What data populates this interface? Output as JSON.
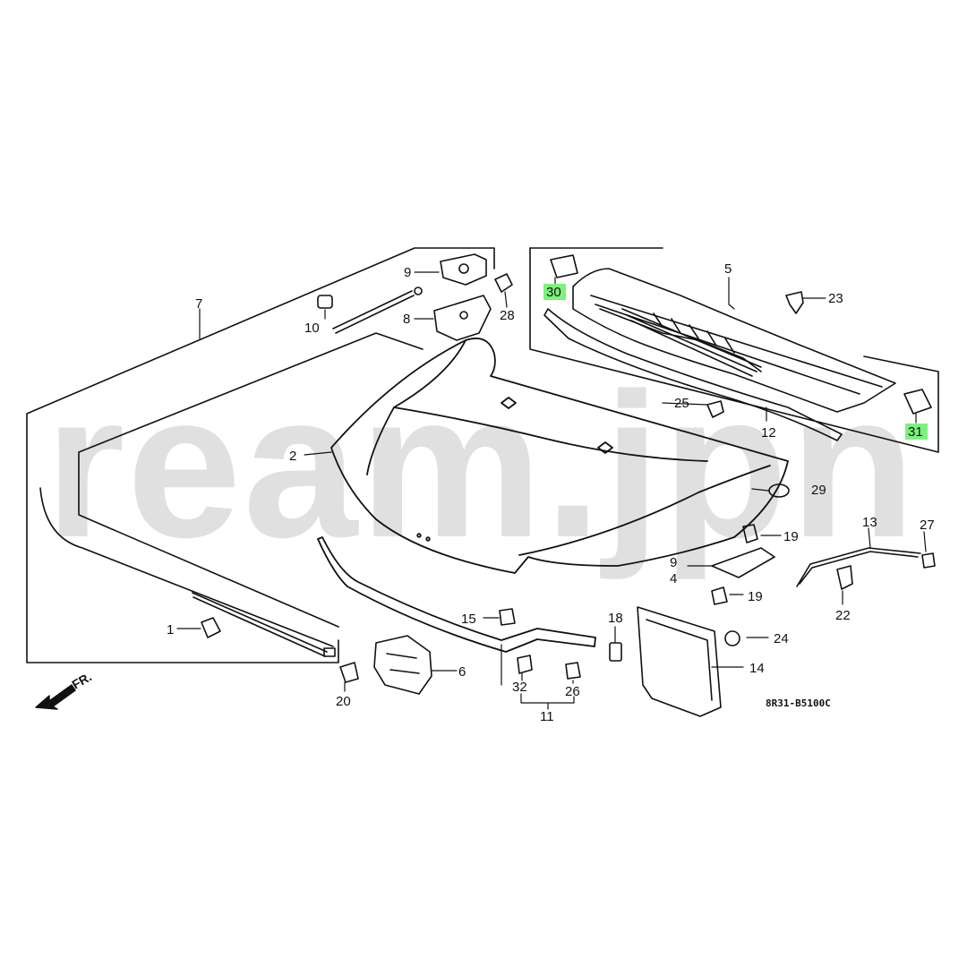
{
  "watermark": "ream.jpn",
  "diagram_code": "8R31-B5100C",
  "front_indicator": "FR.",
  "highlight_color": "#7CF27C",
  "callouts": [
    {
      "id": "1",
      "name": "callout-1"
    },
    {
      "id": "2",
      "name": "callout-2"
    },
    {
      "id": "4",
      "name": "callout-4"
    },
    {
      "id": "5",
      "name": "callout-5"
    },
    {
      "id": "6",
      "name": "callout-6"
    },
    {
      "id": "7",
      "name": "callout-7"
    },
    {
      "id": "8",
      "name": "callout-8"
    },
    {
      "id": "9",
      "name": "callout-9-upper"
    },
    {
      "id": "9",
      "name": "callout-9-lower"
    },
    {
      "id": "10",
      "name": "callout-10"
    },
    {
      "id": "11",
      "name": "callout-11"
    },
    {
      "id": "12",
      "name": "callout-12"
    },
    {
      "id": "13",
      "name": "callout-13"
    },
    {
      "id": "14",
      "name": "callout-14"
    },
    {
      "id": "15",
      "name": "callout-15"
    },
    {
      "id": "18",
      "name": "callout-18"
    },
    {
      "id": "19",
      "name": "callout-19-upper"
    },
    {
      "id": "19",
      "name": "callout-19-lower"
    },
    {
      "id": "20",
      "name": "callout-20"
    },
    {
      "id": "22",
      "name": "callout-22"
    },
    {
      "id": "23",
      "name": "callout-23"
    },
    {
      "id": "24",
      "name": "callout-24"
    },
    {
      "id": "25",
      "name": "callout-25"
    },
    {
      "id": "26",
      "name": "callout-26"
    },
    {
      "id": "27",
      "name": "callout-27"
    },
    {
      "id": "28",
      "name": "callout-28"
    },
    {
      "id": "29",
      "name": "callout-29"
    },
    {
      "id": "30",
      "name": "callout-30",
      "highlighted": true
    },
    {
      "id": "31",
      "name": "callout-31",
      "highlighted": true
    },
    {
      "id": "32",
      "name": "callout-32"
    }
  ]
}
